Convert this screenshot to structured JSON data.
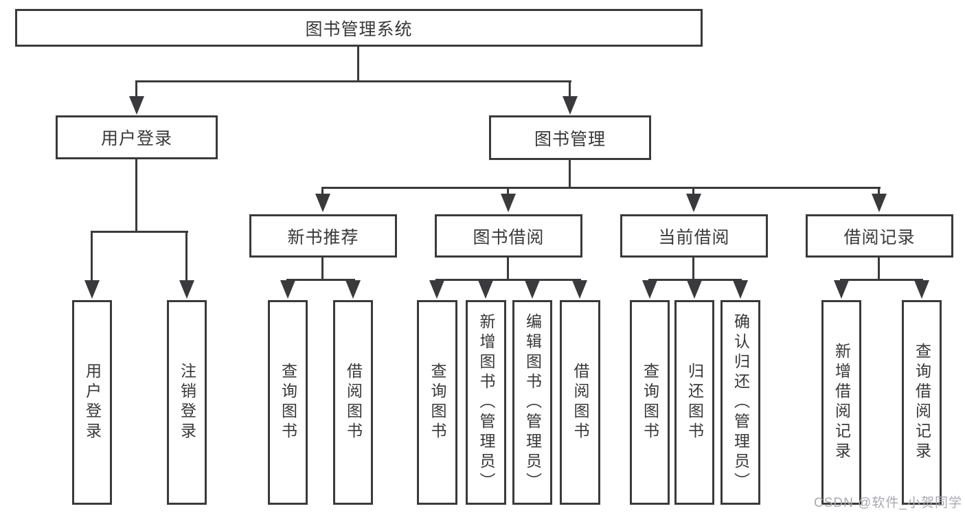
{
  "diagram": {
    "tree": {
      "root": "图书管理系统",
      "branches": [
        {
          "label": "用户登录",
          "children": [
            "用户登录",
            "注销登录"
          ]
        },
        {
          "label": "图书管理",
          "groups": [
            {
              "label": "新书推荐",
              "children": [
                "查询图书",
                "借阅图书"
              ]
            },
            {
              "label": "图书借阅",
              "children": [
                "查询图书",
                "新增图书（管理员）",
                "编辑图书（管理员）",
                "借阅图书"
              ]
            },
            {
              "label": "当前借阅",
              "children": [
                "查询图书",
                "归还图书",
                "确认归还（管理员）"
              ]
            },
            {
              "label": "借阅记录",
              "children": [
                "新增借阅记录",
                "查询借阅记录"
              ]
            }
          ]
        }
      ]
    },
    "watermark": "CSDN @软件_小贺同学",
    "colors": {
      "line": "#3a3a3c",
      "text": "#38383a",
      "watermark": "#a9a9ae",
      "background": "#ffffff"
    }
  }
}
